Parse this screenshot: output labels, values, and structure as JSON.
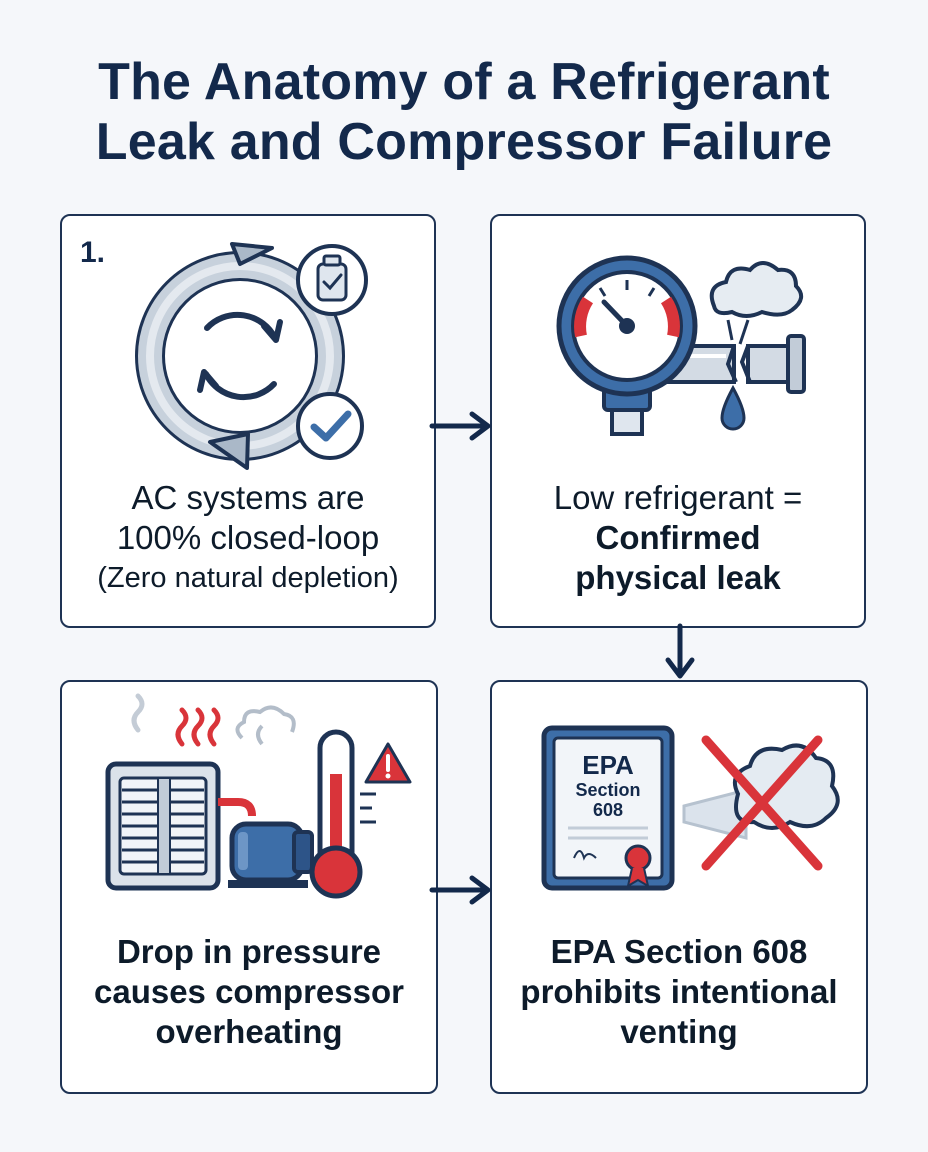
{
  "title": {
    "line1": "The Anatomy of a Refrigerant",
    "line2": "Leak and Compressor Failure"
  },
  "steps": [
    {
      "number": "1.",
      "lines": [
        "AC systems are",
        "100% closed-loop",
        "(Zero natural depletion)"
      ],
      "icons": [
        "closed-loop-cycle-icon",
        "refrigerant-tank-check-icon",
        "checkmark-badge-icon"
      ]
    },
    {
      "lines": [
        "Low refrigerant =",
        "Confirmed",
        "physical leak"
      ],
      "icons": [
        "pressure-gauge-icon",
        "broken-pipe-icon",
        "refrigerant-cloud-icon",
        "leak-drop-icon"
      ]
    },
    {
      "lines": [
        "Drop in pressure",
        "causes compressor",
        "overheating"
      ],
      "icons": [
        "condenser-unit-icon",
        "compressor-icon",
        "heat-waves-icon",
        "thermometer-hot-icon",
        "warning-triangle-icon"
      ]
    },
    {
      "lines": [
        "EPA Section 608",
        "prohibits intentional",
        "venting"
      ],
      "certificate": [
        "EPA",
        "Section",
        "608"
      ],
      "icons": [
        "epa-certificate-icon",
        "venting-gas-icon",
        "prohibited-x-icon"
      ]
    }
  ],
  "colors": {
    "navy": "#13294b",
    "blue": "#3d6ea8",
    "red": "#d9343a",
    "steel": "#b9c4d0"
  }
}
